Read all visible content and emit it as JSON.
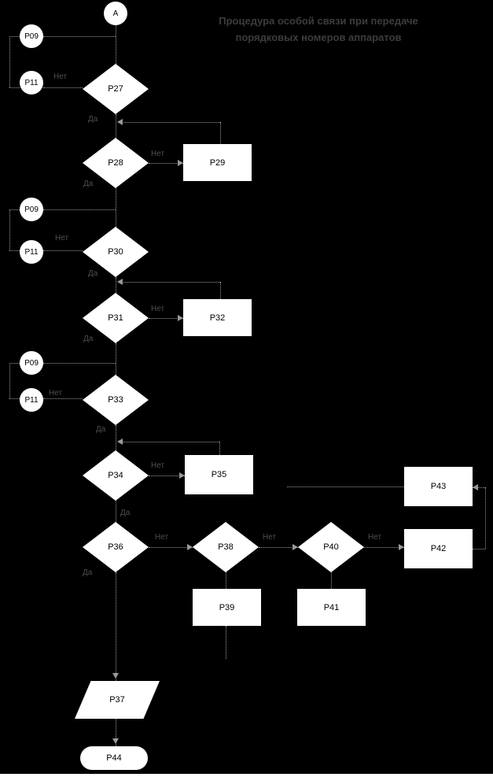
{
  "title": {
    "line1": "Процедура особой связи при передаче",
    "line2": "порядковых номеров аппаратов"
  },
  "labels": {
    "yes": "Да",
    "no": "Нет"
  },
  "nodes": {
    "a": "A",
    "p09": "P09",
    "p11": "P11",
    "p27": "P27",
    "p28": "P28",
    "p29": "P29",
    "p30": "P30",
    "p31": "P31",
    "p32": "P32",
    "p33": "P33",
    "p34": "P34",
    "p35": "P35",
    "p36": "P36",
    "p37": "P37",
    "p38": "P38",
    "p39": "P39",
    "p40": "P40",
    "p41": "P41",
    "p42": "P42",
    "p43": "P43",
    "p44": "P44"
  },
  "colors": {
    "background": "#000000",
    "shape_fill": "#ffffff",
    "shape_text": "#000000",
    "connector": "#9a9a9a",
    "edge_label": "#4f4f4f",
    "title_text": "#3c3c3c"
  }
}
